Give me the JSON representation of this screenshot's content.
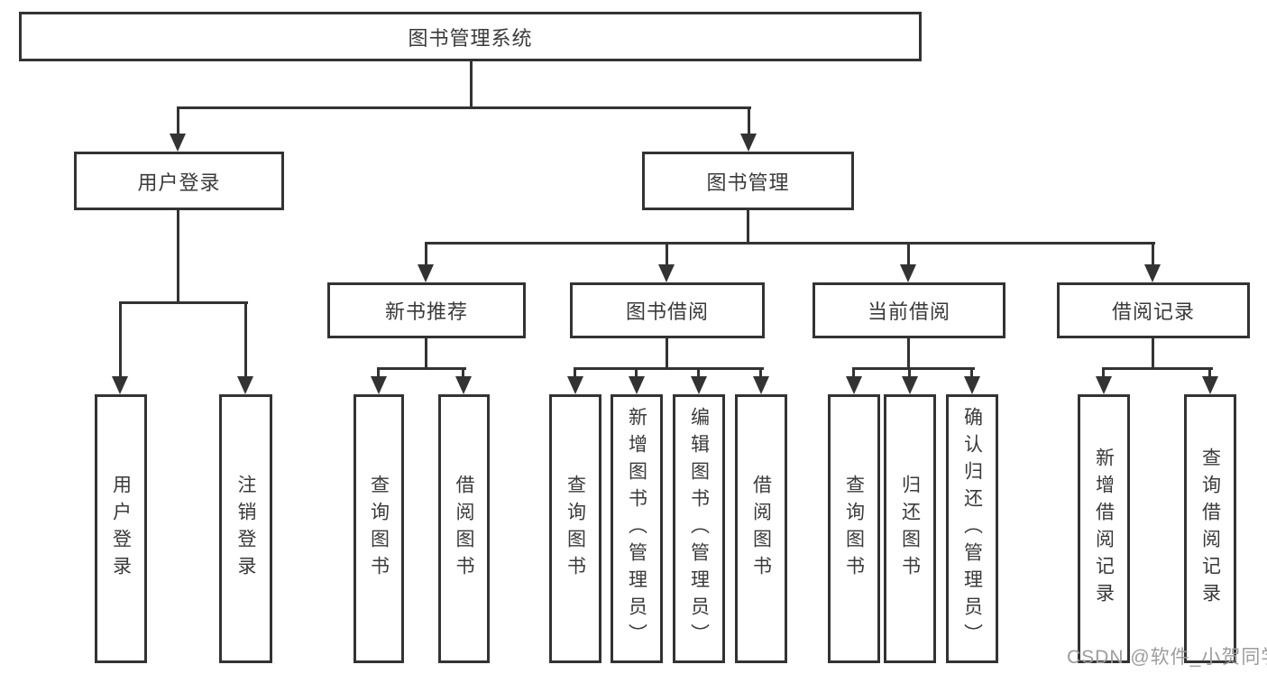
{
  "diagram": {
    "nodes": {
      "root": "图书管理系统",
      "user_login": "用户登录",
      "book_mgmt": "图书管理",
      "new_book": "新书推荐",
      "book_borrow": "图书借阅",
      "current_borrow": "当前借阅",
      "borrow_record": "借阅记录",
      "leaf_user_login": "用户登录",
      "leaf_logout": "注销登录",
      "leaf_nb_query": "查询图书",
      "leaf_nb_borrow": "借阅图书",
      "leaf_bb_query": "查询图书",
      "leaf_bb_add": "新增图书（管理员）",
      "leaf_bb_edit": "编辑图书（管理员）",
      "leaf_bb_borrow": "借阅图书",
      "leaf_cb_query": "查询图书",
      "leaf_cb_return": "归还图书",
      "leaf_cb_confirm": "确认归还（管理员）",
      "leaf_br_add": "新增借阅记录",
      "leaf_br_query": "查询借阅记录"
    },
    "colors": {
      "line": "#333333",
      "text": "#3a3a3a",
      "background": "#ffffff",
      "watermark": "#9c9c9c"
    }
  },
  "watermark": {
    "text": "CSDN @软件_小贺同学"
  }
}
